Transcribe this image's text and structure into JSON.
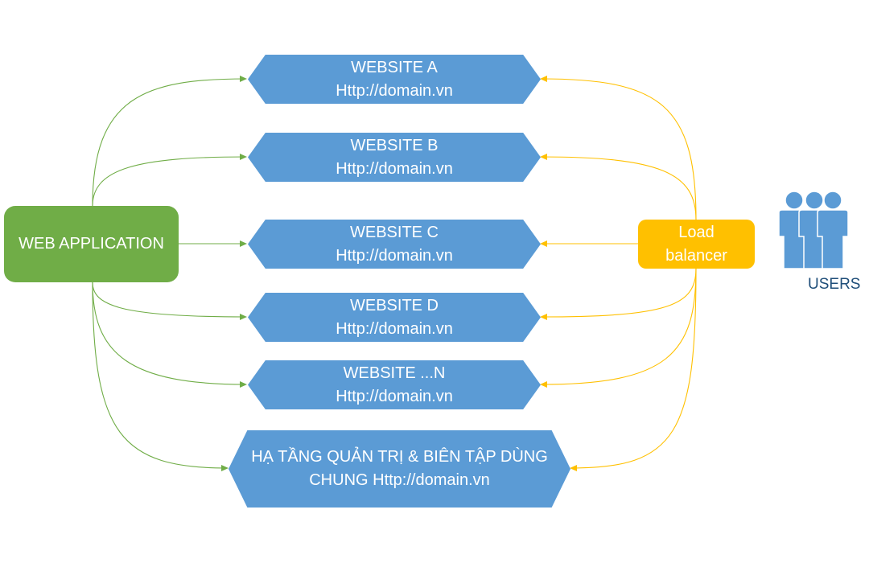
{
  "diagram": {
    "web_application": "WEB APPLICATION",
    "load_balancer": {
      "line1": "Load",
      "line2": "balancer"
    },
    "users": {
      "label": "USERS",
      "icon": "users-group-icon"
    },
    "websites": [
      {
        "title": "WEBSITE A",
        "url": "Http://domain.vn"
      },
      {
        "title": "WEBSITE B",
        "url": "Http://domain.vn"
      },
      {
        "title": "WEBSITE C",
        "url": "Http://domain.vn"
      },
      {
        "title": "WEBSITE D",
        "url": "Http://domain.vn"
      },
      {
        "title": "WEBSITE ...N",
        "url": "Http://domain.vn"
      }
    ],
    "shared_infrastructure": {
      "line1": "HẠ TẦNG QUẢN TRỊ & BIÊN TẬP DÙNG",
      "line2": "CHUNG Http://domain.vn"
    },
    "colors": {
      "website": "#5b9bd5",
      "web_application": "#70ad47",
      "load_balancer": "#ffc000",
      "users_icon": "#5b9bd5",
      "green_connector": "#70ad47",
      "yellow_connector": "#ffc000"
    }
  }
}
